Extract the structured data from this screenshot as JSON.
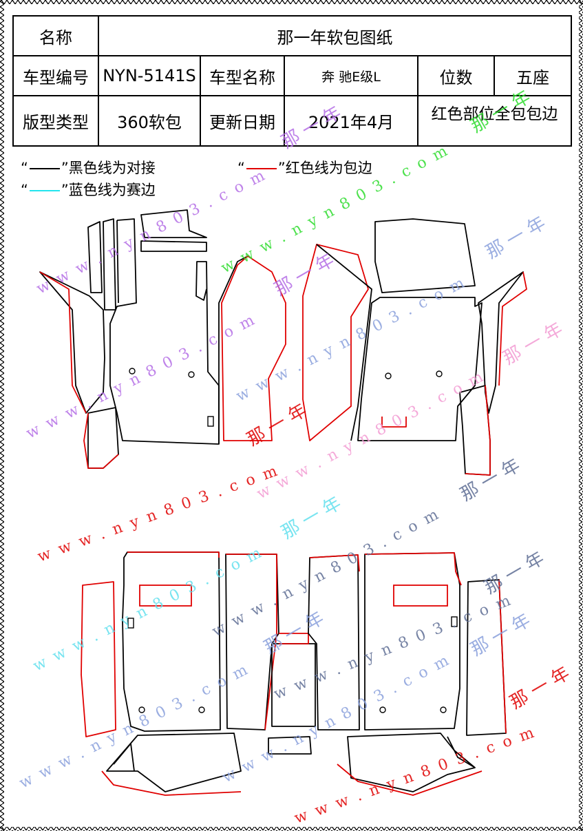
{
  "header": {
    "name_label": "名称",
    "name_value": "那一年软包图纸",
    "model_no_label": "车型编号",
    "model_no_value": "NYN-5141S",
    "model_name_label": "车型名称",
    "model_name_value": "奔 驰E级L",
    "seats_label": "位数",
    "seats_value": "五座",
    "plate_type_label": "版型类型",
    "plate_type_value": "360软包",
    "update_label": "更新日期",
    "update_value": "2021年4月",
    "note": "红色部位全包包边"
  },
  "legend": {
    "black": "黑色线为对接",
    "red": "红色线为包边",
    "cyan": "蓝色线为赛边",
    "open_quote": "“",
    "close_quote": "”"
  },
  "colors": {
    "black_line": "#000000",
    "red_line": "#e00000",
    "cyan_line": "#22e5ee"
  },
  "watermarks": {
    "url": "w w w . n y n 8 0 3 . c o m",
    "brand": "那 一 年"
  }
}
